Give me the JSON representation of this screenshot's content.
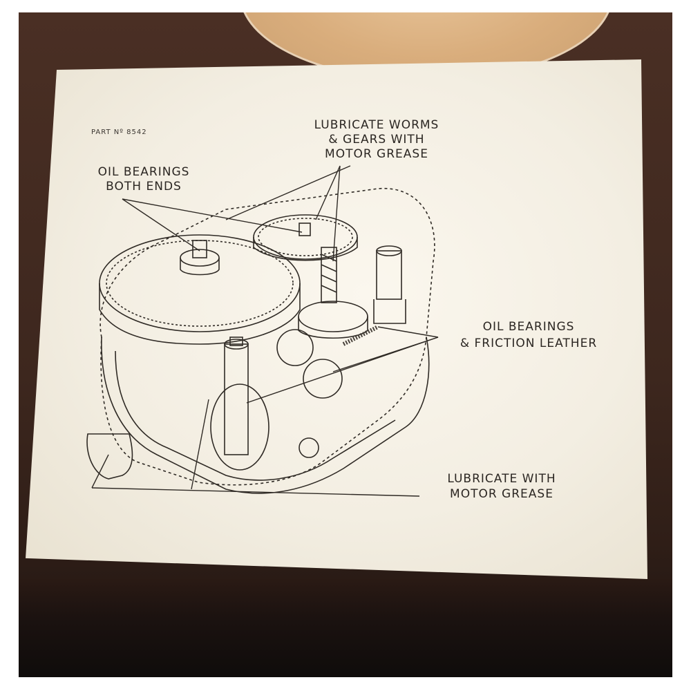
{
  "diagram": {
    "part_number": "PART Nº 8542",
    "labels": {
      "top_line1": "LUBRICATE WORMS",
      "top_line2": "& GEARS WITH",
      "top_line3": "MOTOR GREASE",
      "left_line1": "OIL BEARINGS",
      "left_line2": "BOTH ENDS",
      "right_line1": "OIL BEARINGS",
      "right_line2": "& FRICTION LEATHER",
      "bottom_line1": "LUBRICATE WITH",
      "bottom_line2": "MOTOR GREASE"
    }
  },
  "colors": {
    "wood": "#3d271e",
    "paper": "#f3eee2",
    "ink": "#2b2622",
    "cork": "#d9ad7c"
  }
}
